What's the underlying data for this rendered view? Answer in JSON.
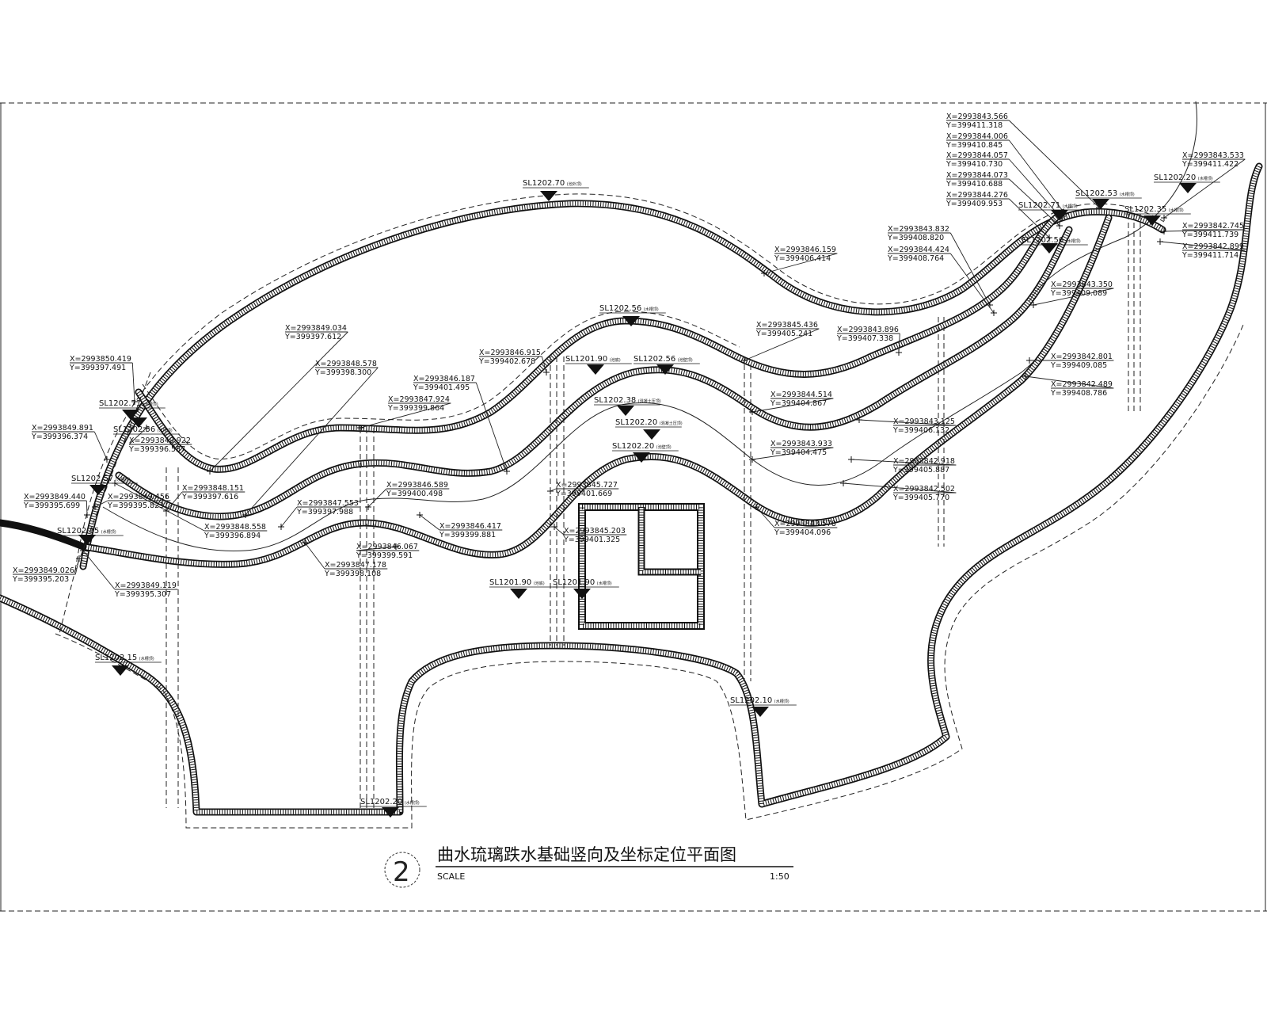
{
  "title": {
    "number": "2",
    "text": "曲水琉璃跌水基础竖向及坐标定位平面图",
    "scale_label": "SCALE",
    "scale_value": "1:50"
  },
  "elevations": [
    {
      "id": "e1",
      "text": "SL1202.70",
      "note": "(池外顶)"
    },
    {
      "id": "e2",
      "text": "SL1202.71",
      "note": "(水槽顶)"
    },
    {
      "id": "e3",
      "text": "SL1202.56",
      "note": "(水槽顶)"
    },
    {
      "id": "e4",
      "text": "SL1202.57",
      "note": "(水槽顶)"
    },
    {
      "id": "e5",
      "text": "SL1202.35",
      "note": "(水槽顶)"
    },
    {
      "id": "e6",
      "text": "SL1202.15",
      "note": "(水槽顶)"
    },
    {
      "id": "e7",
      "text": "SL1202.56",
      "note": "(水槽顶)"
    },
    {
      "id": "e8",
      "text": "SL1201.90",
      "note": "(池底)"
    },
    {
      "id": "e9",
      "text": "SL1202.56",
      "note": "(池壁顶)"
    },
    {
      "id": "e10",
      "text": "SL1202.38",
      "note": "(混凝土压顶)"
    },
    {
      "id": "e11",
      "text": "SL1202.20",
      "note": "(混凝土压顶)"
    },
    {
      "id": "e12",
      "text": "SL1202.20",
      "note": "(池壁顶)"
    },
    {
      "id": "e13",
      "text": "SL1201.90",
      "note": "(池底)"
    },
    {
      "id": "e14",
      "text": "SL1201.90",
      "note": "(水槽顶)"
    },
    {
      "id": "e15",
      "text": "SL1202.20",
      "note": "(水槽顶)"
    },
    {
      "id": "e16",
      "text": "SL1202.10",
      "note": "(水槽顶)"
    },
    {
      "id": "e17",
      "text": "SL1202.71",
      "note": "(水槽顶)"
    },
    {
      "id": "e18",
      "text": "SL1202.53",
      "note": "(水槽顶)"
    },
    {
      "id": "e19",
      "text": "SL1202.56",
      "note": "(水槽顶)"
    },
    {
      "id": "e20",
      "text": "SL1202.35",
      "note": "(水槽顶)"
    },
    {
      "id": "e21",
      "text": "SL1202.20",
      "note": "(水槽顶)"
    }
  ],
  "coordinates": [
    {
      "id": "c1",
      "x": "X=2993850.419",
      "y": "Y=399397.491"
    },
    {
      "id": "c2",
      "x": "X=2993849.891",
      "y": "Y=399396.374"
    },
    {
      "id": "c3",
      "x": "X=2993849.922",
      "y": "Y=399396.557"
    },
    {
      "id": "c4",
      "x": "X=2993849.440",
      "y": "Y=399395.699"
    },
    {
      "id": "c5",
      "x": "X=2993849.456",
      "y": "Y=399395.823"
    },
    {
      "id": "c6",
      "x": "X=2993849.026",
      "y": "Y=399395.203"
    },
    {
      "id": "c7",
      "x": "X=2993849.119",
      "y": "Y=399395.307"
    },
    {
      "id": "c8",
      "x": "X=2993849.034",
      "y": "Y=399397.612"
    },
    {
      "id": "c9",
      "x": "X=2993848.578",
      "y": "Y=399398.300"
    },
    {
      "id": "c10",
      "x": "X=2993848.151",
      "y": "Y=399397.616"
    },
    {
      "id": "c11",
      "x": "X=2993848.558",
      "y": "Y=399396.894"
    },
    {
      "id": "c12",
      "x": "X=2993847.924",
      "y": "Y=399399.864"
    },
    {
      "id": "c13",
      "x": "X=2993847.553",
      "y": "Y=399397.988"
    },
    {
      "id": "c14",
      "x": "X=2993847.178",
      "y": "Y=399398.108"
    },
    {
      "id": "c15",
      "x": "X=2993846.187",
      "y": "Y=399401.495"
    },
    {
      "id": "c16",
      "x": "X=2993846.915",
      "y": "Y=399402.678"
    },
    {
      "id": "c17",
      "x": "X=2993846.589",
      "y": "Y=399400.498"
    },
    {
      "id": "c18",
      "x": "X=2993846.417",
      "y": "Y=399399.881"
    },
    {
      "id": "c19",
      "x": "X=2993846.067",
      "y": "Y=399399.591"
    },
    {
      "id": "c20",
      "x": "X=2993846.159",
      "y": "Y=399406.414"
    },
    {
      "id": "c21",
      "x": "X=2993845.727",
      "y": "Y=399401.669"
    },
    {
      "id": "c22",
      "x": "X=2993845.203",
      "y": "Y=399401.325"
    },
    {
      "id": "c23",
      "x": "X=2993845.436",
      "y": "Y=399405.241"
    },
    {
      "id": "c24",
      "x": "X=2993844.514",
      "y": "Y=399404.867"
    },
    {
      "id": "c25",
      "x": "X=2993843.933",
      "y": "Y=399404.475"
    },
    {
      "id": "c26",
      "x": "X=2993843.578",
      "y": "Y=399404.096"
    },
    {
      "id": "c27",
      "x": "X=2993843.896",
      "y": "Y=399407.338"
    },
    {
      "id": "c28",
      "x": "X=2993843.832",
      "y": "Y=399408.820"
    },
    {
      "id": "c29",
      "x": "X=2993844.424",
      "y": "Y=399408.764"
    },
    {
      "id": "c30",
      "x": "X=2993843.566",
      "y": "Y=399411.318"
    },
    {
      "id": "c31",
      "x": "X=2993844.006",
      "y": "Y=399410.845"
    },
    {
      "id": "c32",
      "x": "X=2993844.057",
      "y": "Y=399410.730"
    },
    {
      "id": "c33",
      "x": "X=2993844.073",
      "y": "Y=399410.688"
    },
    {
      "id": "c34",
      "x": "X=2993844.276",
      "y": "Y=399409.953"
    },
    {
      "id": "c35",
      "x": "X=2993843.533",
      "y": "Y=399411.422"
    },
    {
      "id": "c36",
      "x": "X=2993842.745",
      "y": "Y=399411.739"
    },
    {
      "id": "c37",
      "x": "X=2993842.899",
      "y": "Y=399411.714"
    },
    {
      "id": "c38",
      "x": "X=2993843.350",
      "y": "Y=399409.089"
    },
    {
      "id": "c39",
      "x": "X=2993842.801",
      "y": "Y=399409.085"
    },
    {
      "id": "c40",
      "x": "X=2993842.489",
      "y": "Y=399408.786"
    },
    {
      "id": "c41",
      "x": "X=2993843.125",
      "y": "Y=399406.132"
    },
    {
      "id": "c42",
      "x": "X=2993842.918",
      "y": "Y=399405.887"
    },
    {
      "id": "c43",
      "x": "X=2993842.502",
      "y": "Y=399405.770"
    }
  ]
}
